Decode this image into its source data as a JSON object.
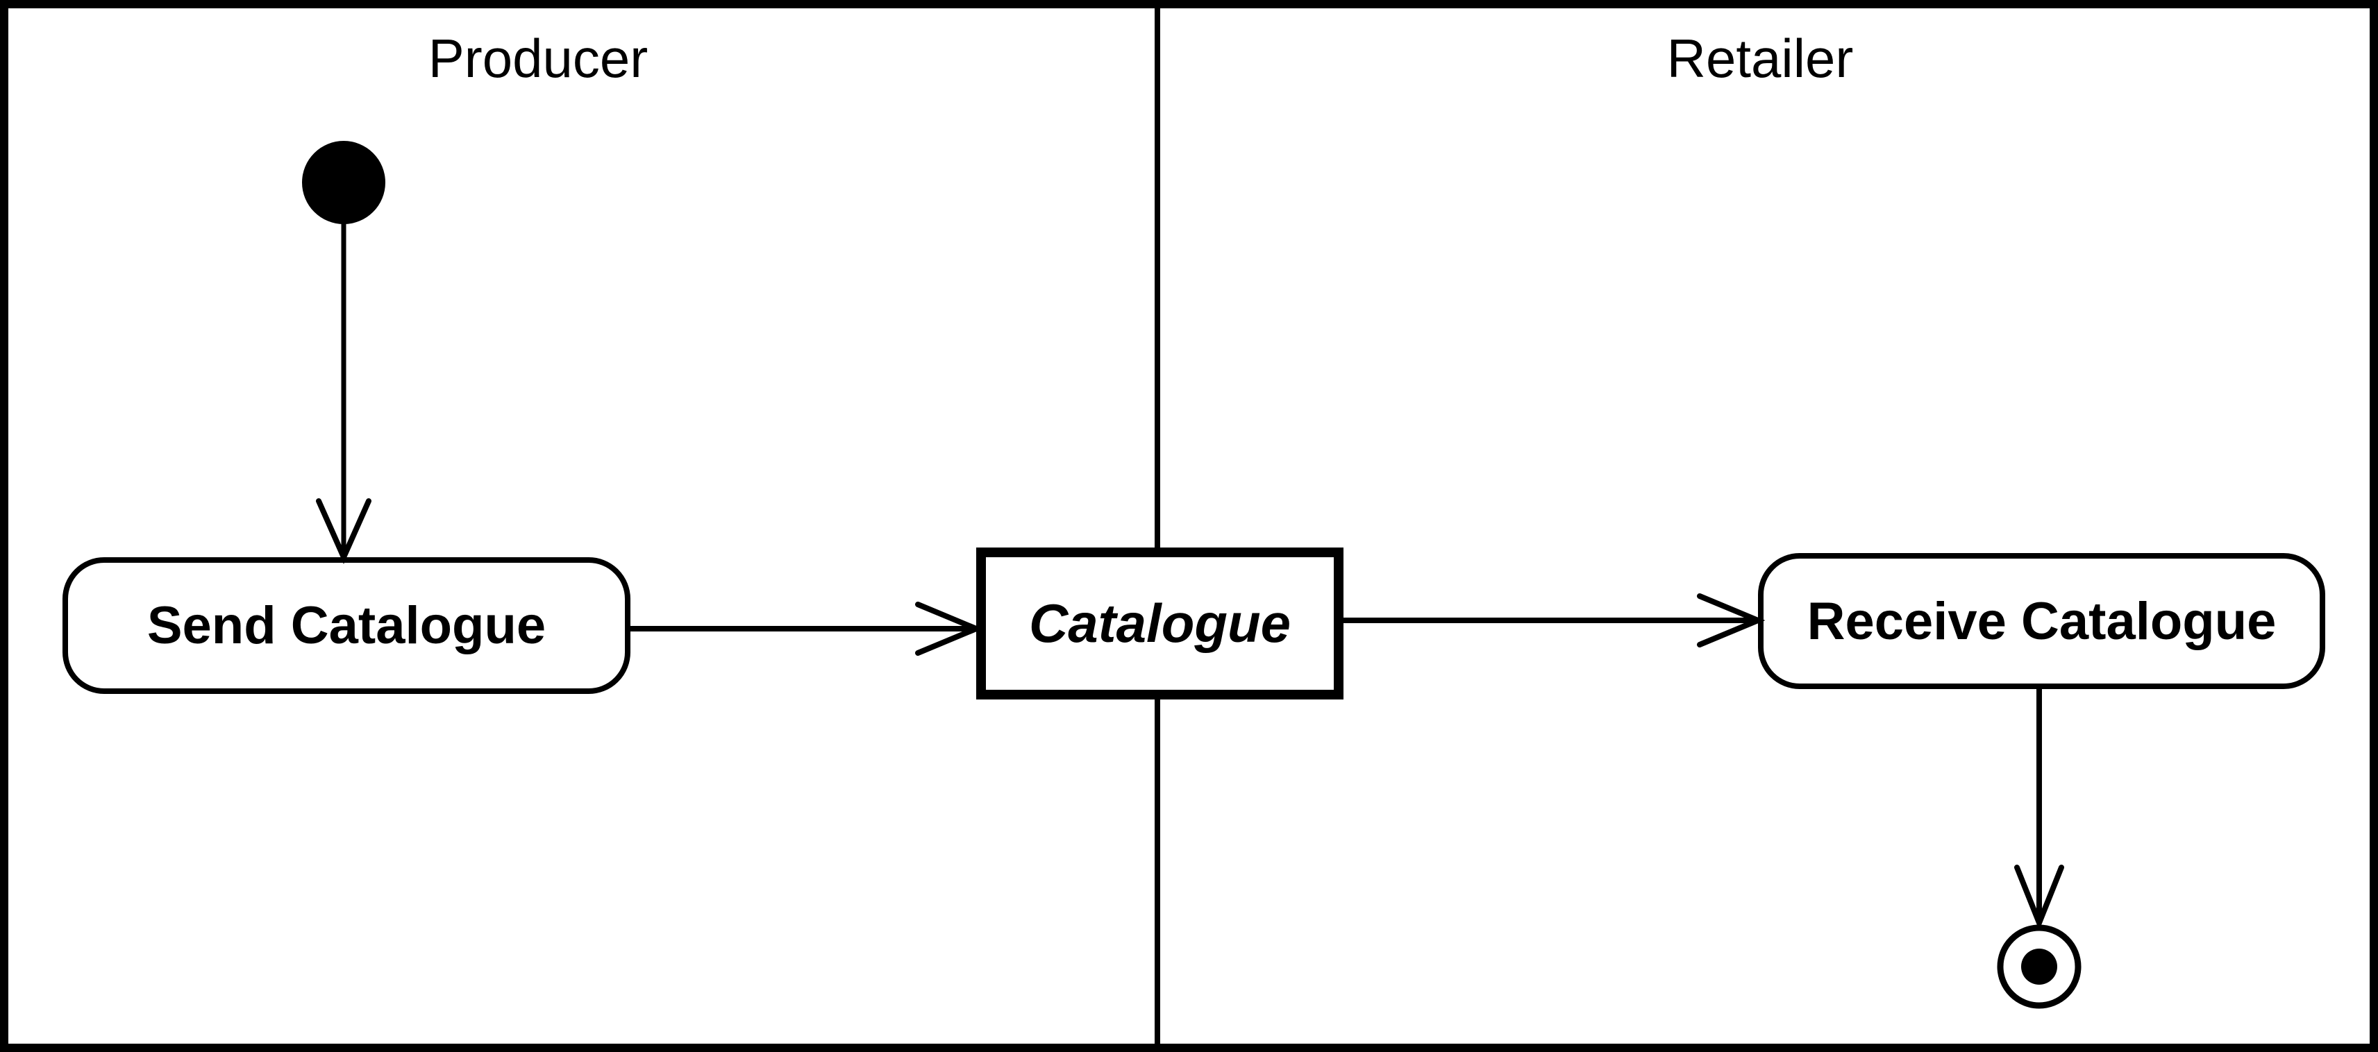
{
  "diagram": {
    "type": "uml-activity-swimlane-diagram",
    "colors": {
      "foreground": "#000000",
      "background": "#ffffff"
    },
    "lanes": [
      {
        "label": "Producer"
      },
      {
        "label": "Retailer"
      }
    ],
    "nodes": [
      {
        "id": "start",
        "kind": "initial-node",
        "label": "",
        "lane": "Producer"
      },
      {
        "id": "send",
        "kind": "action",
        "label": "Send Catalogue",
        "lane": "Producer"
      },
      {
        "id": "catalogue",
        "kind": "object-node",
        "label": "Catalogue",
        "lane": "between Producer and Retailer"
      },
      {
        "id": "receive",
        "kind": "action",
        "label": "Receive Catalogue",
        "lane": "Retailer"
      },
      {
        "id": "end",
        "kind": "final-node",
        "label": "",
        "lane": "Retailer"
      }
    ],
    "edges": [
      {
        "from": "start",
        "to": "send",
        "style": "open-arrow"
      },
      {
        "from": "send",
        "to": "catalogue",
        "style": "open-arrow"
      },
      {
        "from": "catalogue",
        "to": "receive",
        "style": "open-arrow"
      },
      {
        "from": "receive",
        "to": "end",
        "style": "open-arrow"
      }
    ]
  }
}
